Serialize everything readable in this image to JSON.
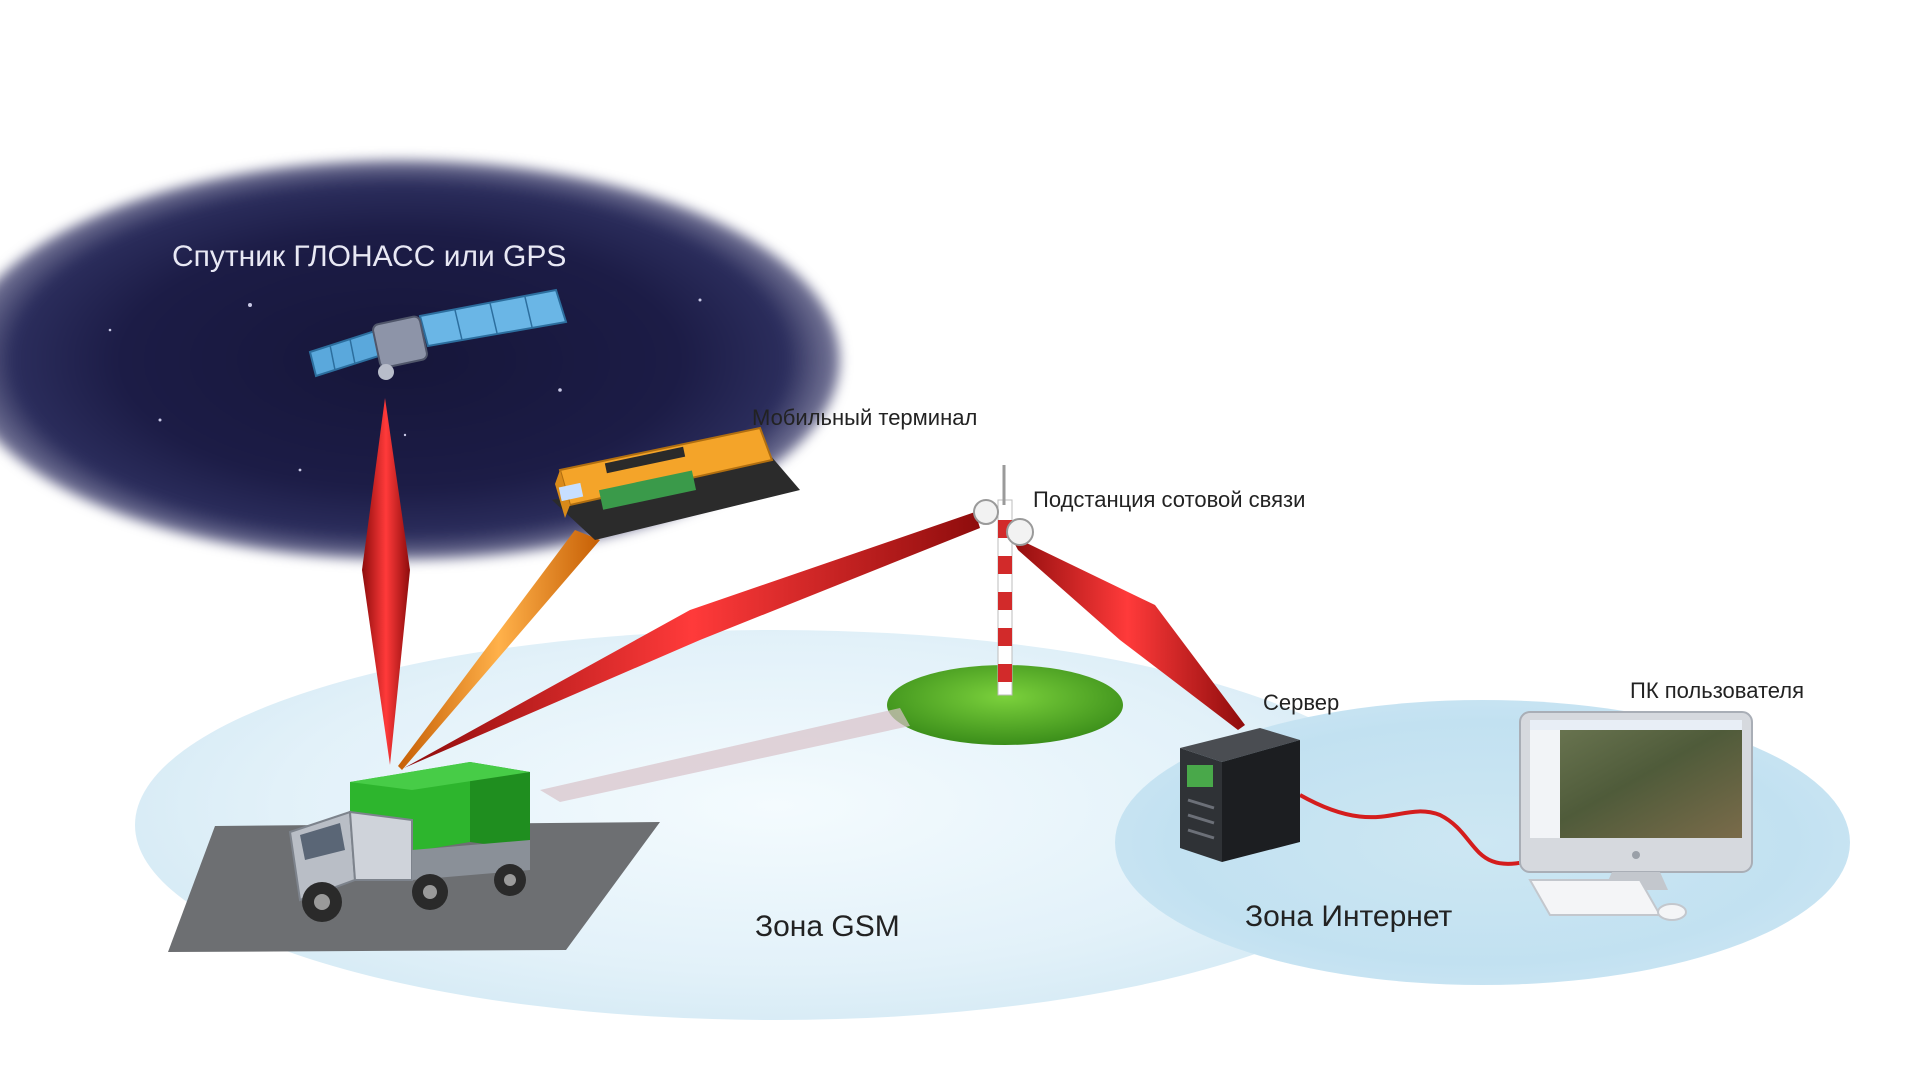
{
  "labels": {
    "satellite": "Спутник ГЛОНАСС или GPS",
    "terminal": "Мобильный терминал",
    "substation": "Подстанция сотовой связи",
    "server": "Сервер",
    "user_pc": "ПК пользователя",
    "gsm_zone": "Зона GSM",
    "internet_zone": "Зона Интернет"
  },
  "colors": {
    "space": "#1c1c46",
    "beam_red": "#e21b1b",
    "beam_orange": "#f58a1f",
    "truck_cargo": "#2db52d",
    "zone_gsm": "#e2f1f9",
    "zone_internet": "#c2e1f1"
  }
}
